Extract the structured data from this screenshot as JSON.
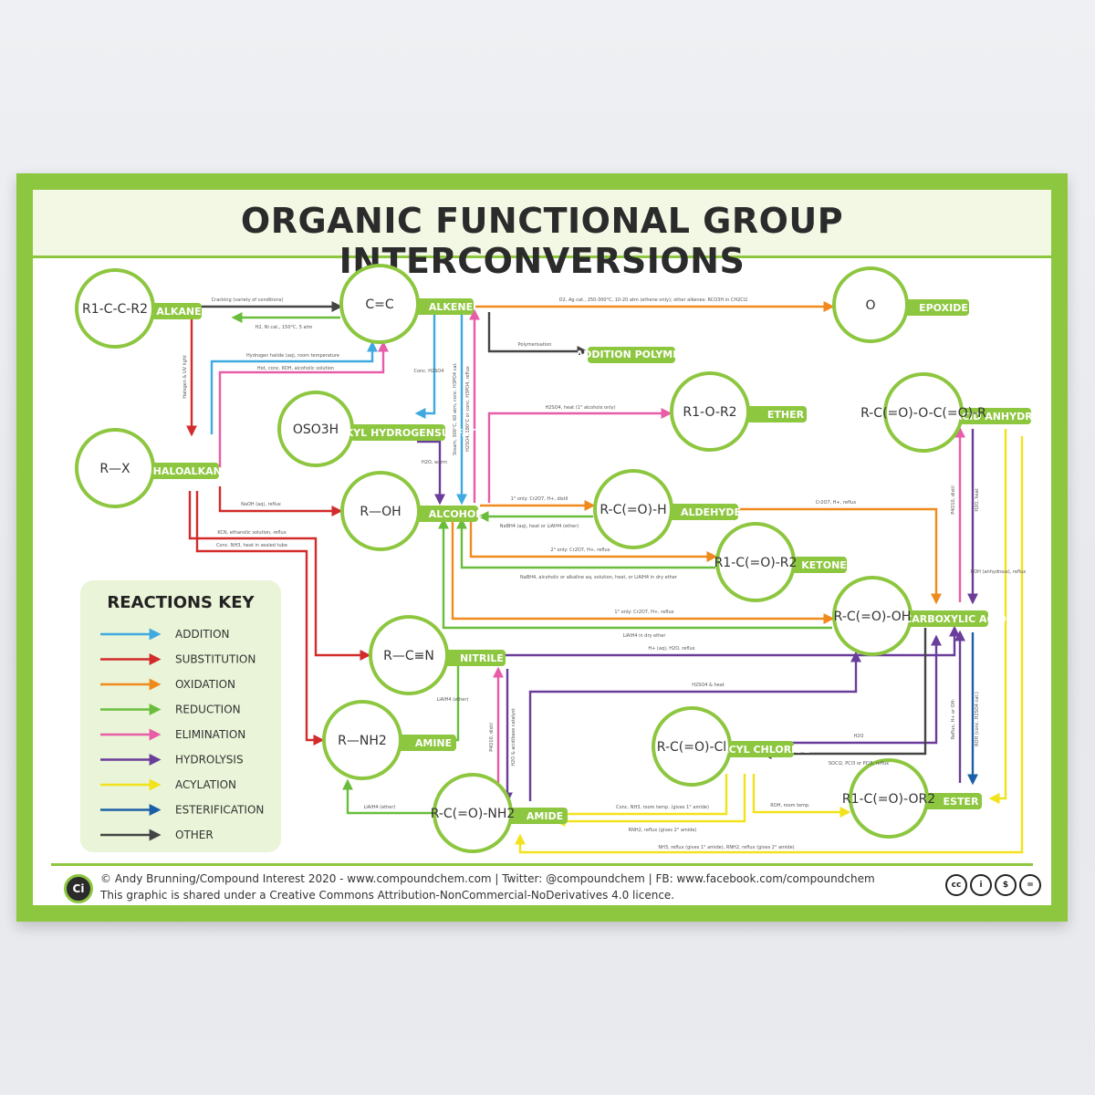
{
  "title": "ORGANIC FUNCTIONAL GROUP INTERCONVERSIONS",
  "colors": {
    "addition": "#3fa9e0",
    "substitution": "#d22b2b",
    "oxidation": "#f08a1c",
    "reduction": "#6abd3c",
    "elimination": "#e85ca8",
    "hydrolysis": "#6a3d9a",
    "acylation": "#f2e21c",
    "esterification": "#1c5fa8",
    "other": "#444444",
    "brand_green": "#8dc63f"
  },
  "nodes": {
    "alkane": {
      "label": "ALKANE",
      "formula": "R1-C-C-R2"
    },
    "alkene": {
      "label": "ALKENE",
      "formula": "C=C"
    },
    "epoxide": {
      "label": "EPOXIDE",
      "formula": "O"
    },
    "haloalkane": {
      "label": "HALOALKANE",
      "formula": "R—X"
    },
    "alkyl_hydrogensulfate": {
      "label": "ALKYL HYDROGENSULFATE",
      "formula": "OSO3H"
    },
    "alcohol": {
      "label": "ALCOHOL",
      "formula": "R—OH"
    },
    "ether": {
      "label": "ETHER",
      "formula": "R1-O-R2"
    },
    "aldehyde": {
      "label": "ALDEHYDE",
      "formula": "R-C(=O)-H"
    },
    "ketone": {
      "label": "KETONE",
      "formula": "R1-C(=O)-R2"
    },
    "acid_anhydride": {
      "label": "ACID ANHYDRIDE",
      "formula": "R-C(=O)-O-C(=O)-R"
    },
    "carboxylic_acid": {
      "label": "CARBOXYLIC ACID",
      "formula": "R-C(=O)-OH"
    },
    "nitrile": {
      "label": "NITRILE",
      "formula": "R—C≡N"
    },
    "amine": {
      "label": "AMINE",
      "formula": "R—NH2"
    },
    "acyl_chloride": {
      "label": "ACYL CHLORIDE",
      "formula": "R-C(=O)-Cl"
    },
    "amide": {
      "label": "AMIDE",
      "formula": "R-C(=O)-NH2"
    },
    "ester": {
      "label": "ESTER",
      "formula": "R1-C(=O)-OR2"
    },
    "addition_polymer": {
      "label": "ADDITION POLYMER"
    }
  },
  "reactions": [
    {
      "id": "cracking",
      "text": "Cracking (variety of conditions)",
      "type": "other"
    },
    {
      "id": "hydrogenation",
      "text": "H2, Ni cat., 150°C, 5 atm",
      "type": "reduction"
    },
    {
      "id": "epoxidation",
      "text": "O2, Ag cat., 250-300°C, 10-20 atm (ethene only); other alkenes: RCO3H in CH2Cl2",
      "type": "oxidation"
    },
    {
      "id": "polymerisation",
      "text": "Polymerisation",
      "type": "other"
    },
    {
      "id": "halogenation",
      "text": "Halogen & UV light",
      "type": "substitution"
    },
    {
      "id": "hydrogen_halide",
      "text": "Hydrogen halide (aq), room temperature",
      "type": "addition"
    },
    {
      "id": "koh_elim",
      "text": "Hot, conc. KOH, alcoholic solution",
      "type": "elimination"
    },
    {
      "id": "conc_h2so4",
      "text": "Conc. H2SO4",
      "type": "addition"
    },
    {
      "id": "steam",
      "text": "Steam, 300°C, 60 atm, conc. H3PO4 cat.",
      "type": "addition"
    },
    {
      "id": "dehydration",
      "text": "H2SO4, 180°C or conc. H3PO4, reflux",
      "type": "elimination"
    },
    {
      "id": "warm_water",
      "text": "H2O, warm",
      "type": "hydrolysis"
    },
    {
      "id": "ether_form",
      "text": "H2SO4, heat (1° alcohols only)",
      "type": "elimination"
    },
    {
      "id": "naoh_aq",
      "text": "NaOH (aq), reflux",
      "type": "substitution"
    },
    {
      "id": "kcn",
      "text": "KCN, ethanolic solution, reflux",
      "type": "substitution"
    },
    {
      "id": "nh3_sealed",
      "text": "Conc. NH3, heat in sealed tube",
      "type": "substitution"
    },
    {
      "id": "ox_aldehyde",
      "text": "1° only: Cr2O7, H+, distil",
      "type": "oxidation"
    },
    {
      "id": "red_aldehyde",
      "text": "NaBH4 (aq), heat or LiAlH4 (ether)",
      "type": "reduction"
    },
    {
      "id": "ox_ketone",
      "text": "2° only: Cr2O7, H+, reflux",
      "type": "oxidation"
    },
    {
      "id": "red_ketone",
      "text": "NaBH4, alcoholic or alkaline aq. solution, heat, or LiAlH4 in dry ether",
      "type": "reduction"
    },
    {
      "id": "ox_acid_ald",
      "text": "Cr2O7, H+, reflux",
      "type": "oxidation"
    },
    {
      "id": "ox_acid_alc",
      "text": "1° only: Cr2O7, H+, reflux",
      "type": "oxidation"
    },
    {
      "id": "red_acid",
      "text": "LiAlH4 in dry ether",
      "type": "reduction"
    },
    {
      "id": "nitrile_hyd",
      "text": "H+ (aq), H2O, reflux",
      "type": "hydrolysis"
    },
    {
      "id": "lialh4_nitrile",
      "text": "LiAlH4 (ether)",
      "type": "reduction"
    },
    {
      "id": "p4o10",
      "text": "P4O10, distil",
      "type": "elimination"
    },
    {
      "id": "amide_hyd",
      "text": "H2O & acid/base catalyst",
      "type": "hydrolysis"
    },
    {
      "id": "amide_h2so4",
      "text": "H2SO4 & heat",
      "type": "hydrolysis"
    },
    {
      "id": "acyl_water",
      "text": "H2O",
      "type": "hydrolysis"
    },
    {
      "id": "socl2",
      "text": "SOCl2, PCl3 or PCl5, reflux",
      "type": "other"
    },
    {
      "id": "nh3_room",
      "text": "Conc. NH3, room temp. (gives 1° amide)",
      "type": "acylation"
    },
    {
      "id": "rnh2_reflux",
      "text": "RNH2, reflux (gives 2° amide)",
      "type": "acylation"
    },
    {
      "id": "roh_room",
      "text": "ROH, room temp.",
      "type": "acylation"
    },
    {
      "id": "nh3_anhydride",
      "text": "NH3, reflux (gives 1° amide), RNH2, reflux (gives 2° amide)",
      "type": "acylation"
    },
    {
      "id": "lialh4_amide",
      "text": "LiAlH4 (ether)",
      "type": "reduction"
    },
    {
      "id": "anhydride_hyd",
      "text": "H2O, heat",
      "type": "hydrolysis"
    },
    {
      "id": "anhydride_p4o10",
      "text": "P4O10, distil",
      "type": "elimination"
    },
    {
      "id": "anhydride_ester",
      "text": "ROH (anhydrous), reflux",
      "type": "acylation"
    },
    {
      "id": "ester_hyd",
      "text": "Reflux, H+ or OH-",
      "type": "hydrolysis"
    },
    {
      "id": "esterif",
      "text": "ROH (conc. H2SO4 cat.)",
      "type": "esterification"
    }
  ],
  "key": {
    "title": "REACTIONS KEY",
    "items": [
      {
        "label": "ADDITION",
        "color": "#3fa9e0"
      },
      {
        "label": "SUBSTITUTION",
        "color": "#d22b2b"
      },
      {
        "label": "OXIDATION",
        "color": "#f08a1c"
      },
      {
        "label": "REDUCTION",
        "color": "#6abd3c"
      },
      {
        "label": "ELIMINATION",
        "color": "#e85ca8"
      },
      {
        "label": "HYDROLYSIS",
        "color": "#6a3d9a"
      },
      {
        "label": "ACYLATION",
        "color": "#f2e21c"
      },
      {
        "label": "ESTERIFICATION",
        "color": "#1c5fa8"
      },
      {
        "label": "OTHER",
        "color": "#444444"
      }
    ]
  },
  "footer": {
    "logo": "Ci",
    "credit": "© Andy Brunning/Compound Interest 2020 - www.compoundchem.com | Twitter: @compoundchem | FB: www.facebook.com/compoundchem",
    "licence": "This graphic is shared under a Creative Commons Attribution-NonCommercial-NoDerivatives 4.0 licence.",
    "badges": [
      "cc",
      "i",
      "$",
      "="
    ]
  }
}
